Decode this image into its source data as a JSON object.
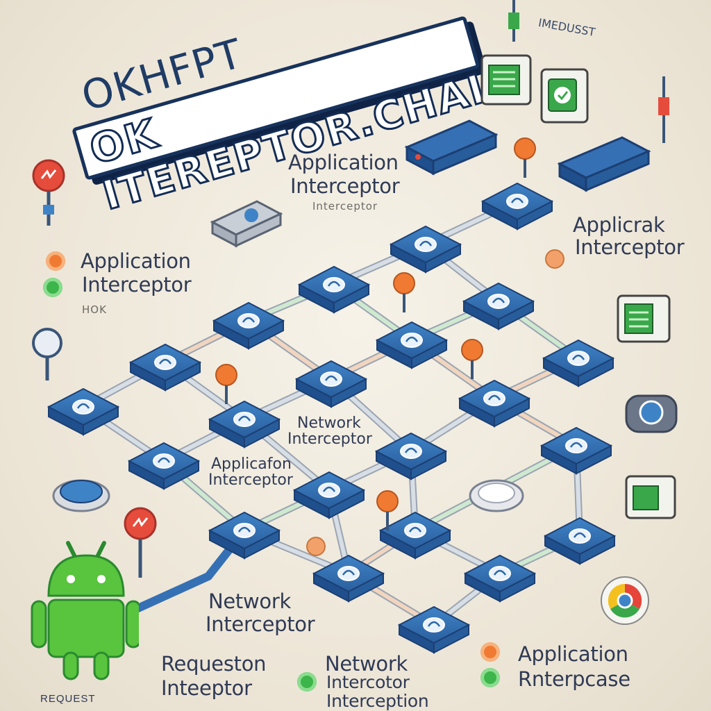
{
  "title": {
    "small": "OKHFPT",
    "banner": "OK ITEREPTOR.CHAIN",
    "corner": "IMEDUSST"
  },
  "labels": {
    "app_interceptor_top": [
      "Application",
      "Interceptor"
    ],
    "app_interceptor_top_sub": "Interceptor",
    "app_interceptor_right": [
      "Applicrak",
      "Interceptor"
    ],
    "legend_left": [
      "Application",
      "Interceptor"
    ],
    "legend_left_blur": "HOK",
    "network_mid": [
      "Network",
      "Interceptor"
    ],
    "app_interceptor_mid": [
      "Applicafon",
      "Interceptor"
    ],
    "network_lower": [
      "Network",
      "Interceptor"
    ],
    "request_interceptor": [
      "Requeston",
      "Inteeptor"
    ],
    "network_bottom": [
      "Network",
      "Intercotor",
      "Interception"
    ],
    "legend_right": [
      "Application",
      "Rnterpcase"
    ],
    "request_caption": "REQUEST"
  },
  "icons": {
    "node": "interceptor-node-icon",
    "pin": "location-pin-icon",
    "android": "android-robot-icon",
    "router": "router-device-icon",
    "monitor": "monitor-device-icon",
    "chrome": "chrome-logo-icon",
    "magnifier": "magnifier-icon"
  },
  "colors": {
    "node_fill": "#2c67a8",
    "node_edge": "#1c3f73",
    "wire": "#cfd6de",
    "accent_orange": "#f07a32",
    "accent_green": "#3cb54a",
    "banner_ink": "#17325b",
    "background": "#efe9dc"
  }
}
